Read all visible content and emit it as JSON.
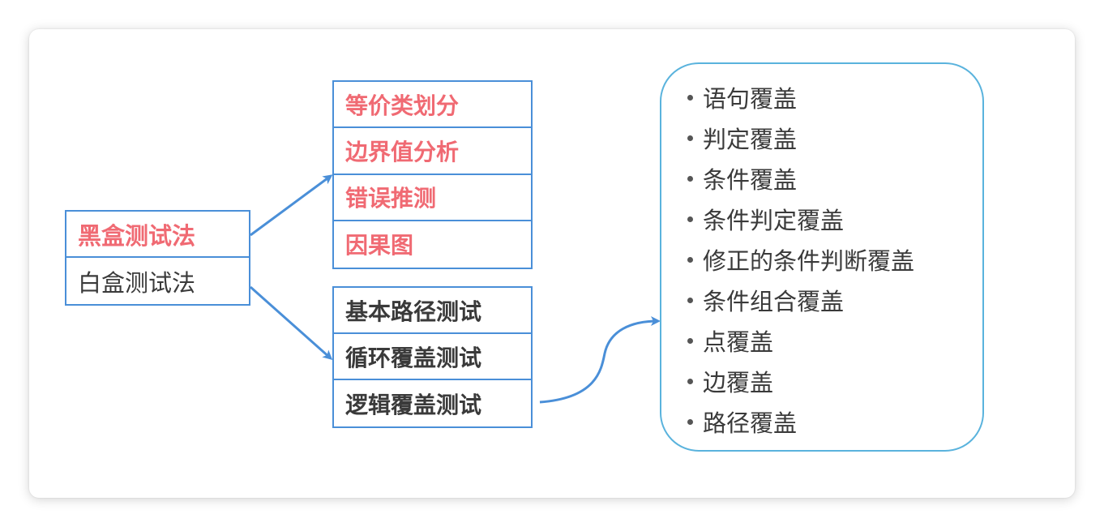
{
  "methods": {
    "black_box": "黑盒测试法",
    "white_box": "白盒测试法"
  },
  "black_box_techniques": [
    "等价类划分",
    "边界值分析",
    "错误推测",
    "因果图"
  ],
  "white_box_techniques": [
    "基本路径测试",
    "循环覆盖测试",
    "逻辑覆盖测试"
  ],
  "coverage_types": [
    "语句覆盖",
    "判定覆盖",
    "条件覆盖",
    "条件判定覆盖",
    "修正的条件判断覆盖",
    "条件组合覆盖",
    "点覆盖",
    "边覆盖",
    "路径覆盖"
  ],
  "colors": {
    "box_border": "#4a8fd8",
    "highlight_text": "#f06a73",
    "body_text": "#3a3a3a",
    "arrow": "#4a8fd8",
    "rounded_border": "#5ab3dd"
  }
}
